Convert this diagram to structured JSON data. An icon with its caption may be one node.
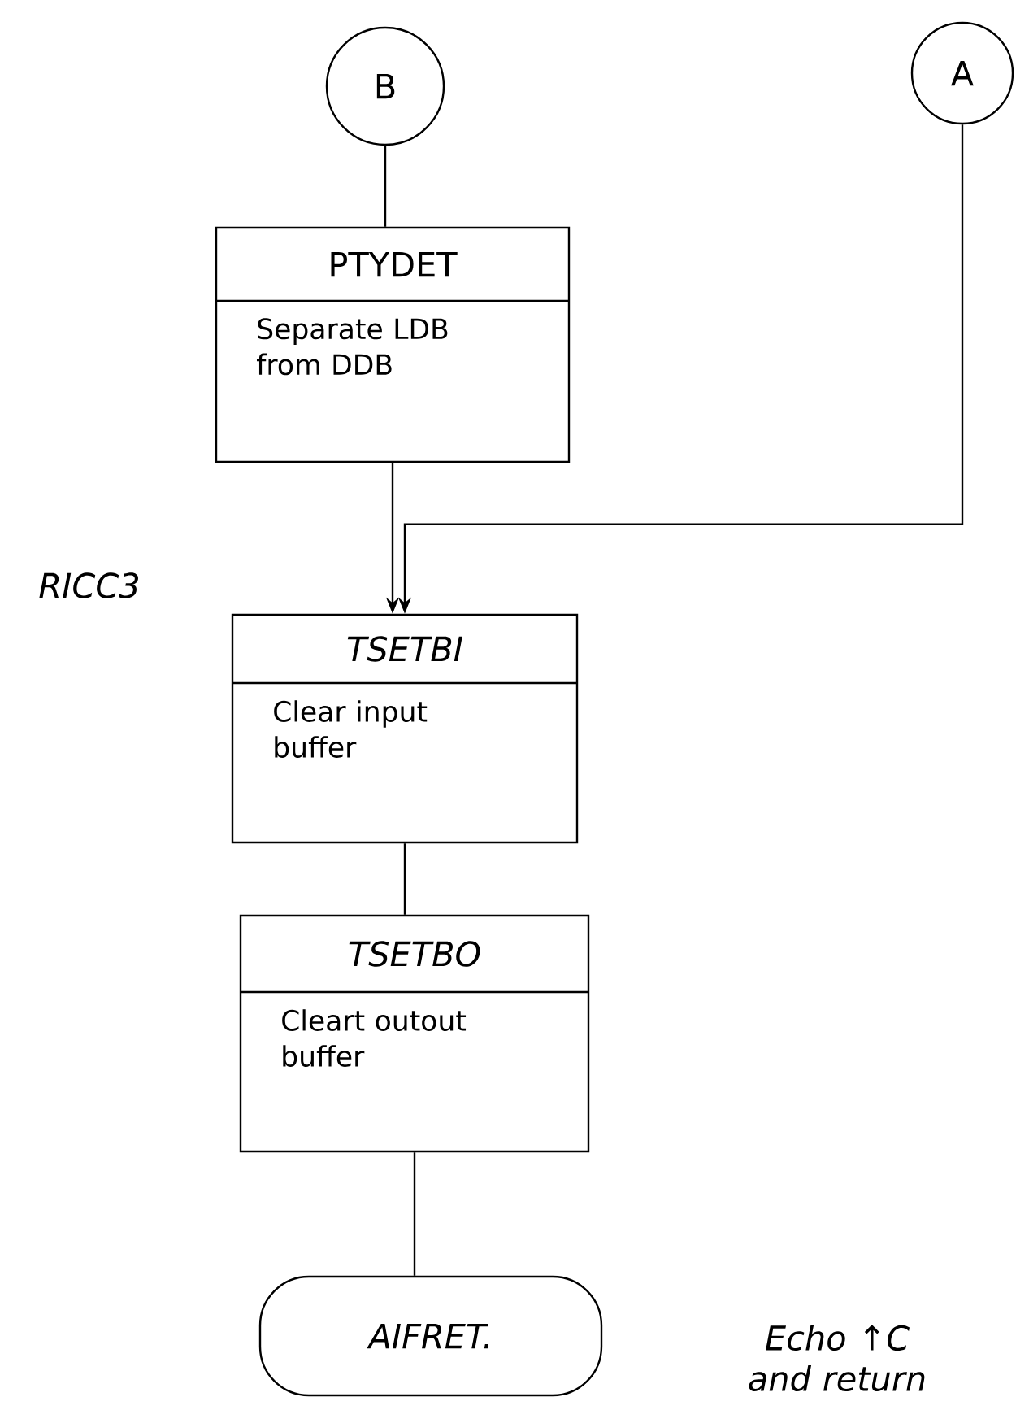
{
  "diagram": {
    "nodes": [
      {
        "text": [
          "B"
        ]
      },
      {
        "text": [
          "A"
        ]
      },
      {
        "text": [
          "PTYDET",
          "Separate LDB from DDB"
        ]
      },
      {
        "text": [
          "TSETBI",
          "Clear input buffer"
        ]
      },
      {
        "text": [
          "TSETBO",
          "Cleart outout buffer"
        ]
      },
      {
        "text": [
          "AIFRET."
        ]
      }
    ],
    "labels": [
      "RICC3",
      "Echo ↑C and return"
    ],
    "edges": [
      {
        "from": 0,
        "to": 2,
        "arrow": "none"
      },
      {
        "from": 2,
        "to": 3,
        "arrow": "to"
      },
      {
        "from": 1,
        "to": 3,
        "arrow": "to"
      },
      {
        "from": 3,
        "to": 4,
        "arrow": "none"
      },
      {
        "from": 4,
        "to": 5,
        "arrow": "none"
      }
    ]
  }
}
